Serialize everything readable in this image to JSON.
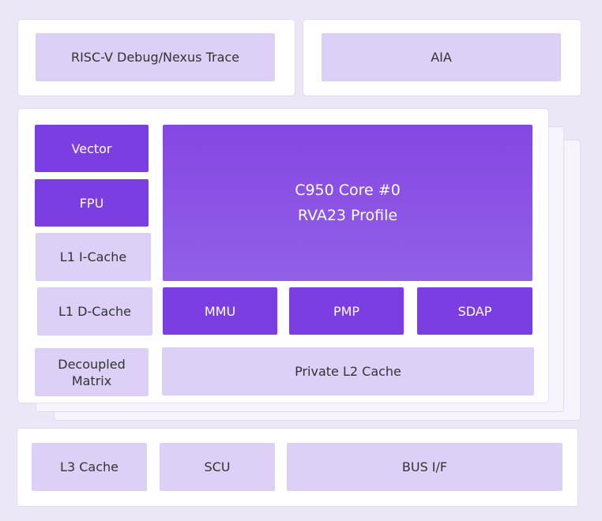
{
  "top_row": {
    "debug_trace": "RISC-V Debug/Nexus Trace",
    "aia": "AIA"
  },
  "core": {
    "left_column": {
      "vector": "Vector",
      "fpu": "FPU",
      "l1_icache": "L1 I-Cache",
      "l1_dcache": "L1 D-Cache",
      "decoupled_matrix_line1": "Decoupled",
      "decoupled_matrix_line2": "Matrix"
    },
    "title_line1": "C950 Core #0",
    "title_line2": "RVA23 Profile",
    "units": {
      "mmu": "MMU",
      "pmp": "PMP",
      "sdap": "SDAP"
    },
    "l2_cache": "Private L2 Cache"
  },
  "bottom_row": {
    "l3_cache": "L3 Cache",
    "scu": "SCU",
    "bus_if": "BUS I/F"
  },
  "colors": {
    "background": "#ece6f7",
    "panel": "#ffffff",
    "light_block": "#ddd0f7",
    "dark_block": "#7b3ee0",
    "core_block": "#8547e3"
  }
}
